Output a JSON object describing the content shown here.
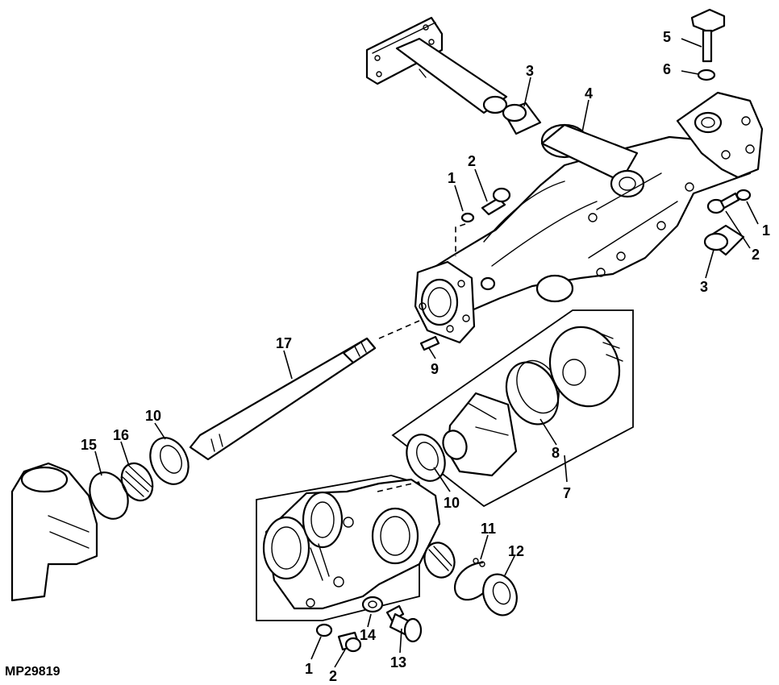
{
  "diagram": {
    "figure_code": "MP29819",
    "callouts": [
      "1",
      "2",
      "3",
      "4",
      "5",
      "6",
      "1",
      "2",
      "3",
      "17",
      "9",
      "10",
      "15",
      "16",
      "8",
      "7",
      "10",
      "11",
      "12",
      "14",
      "13",
      "1",
      "2"
    ]
  }
}
